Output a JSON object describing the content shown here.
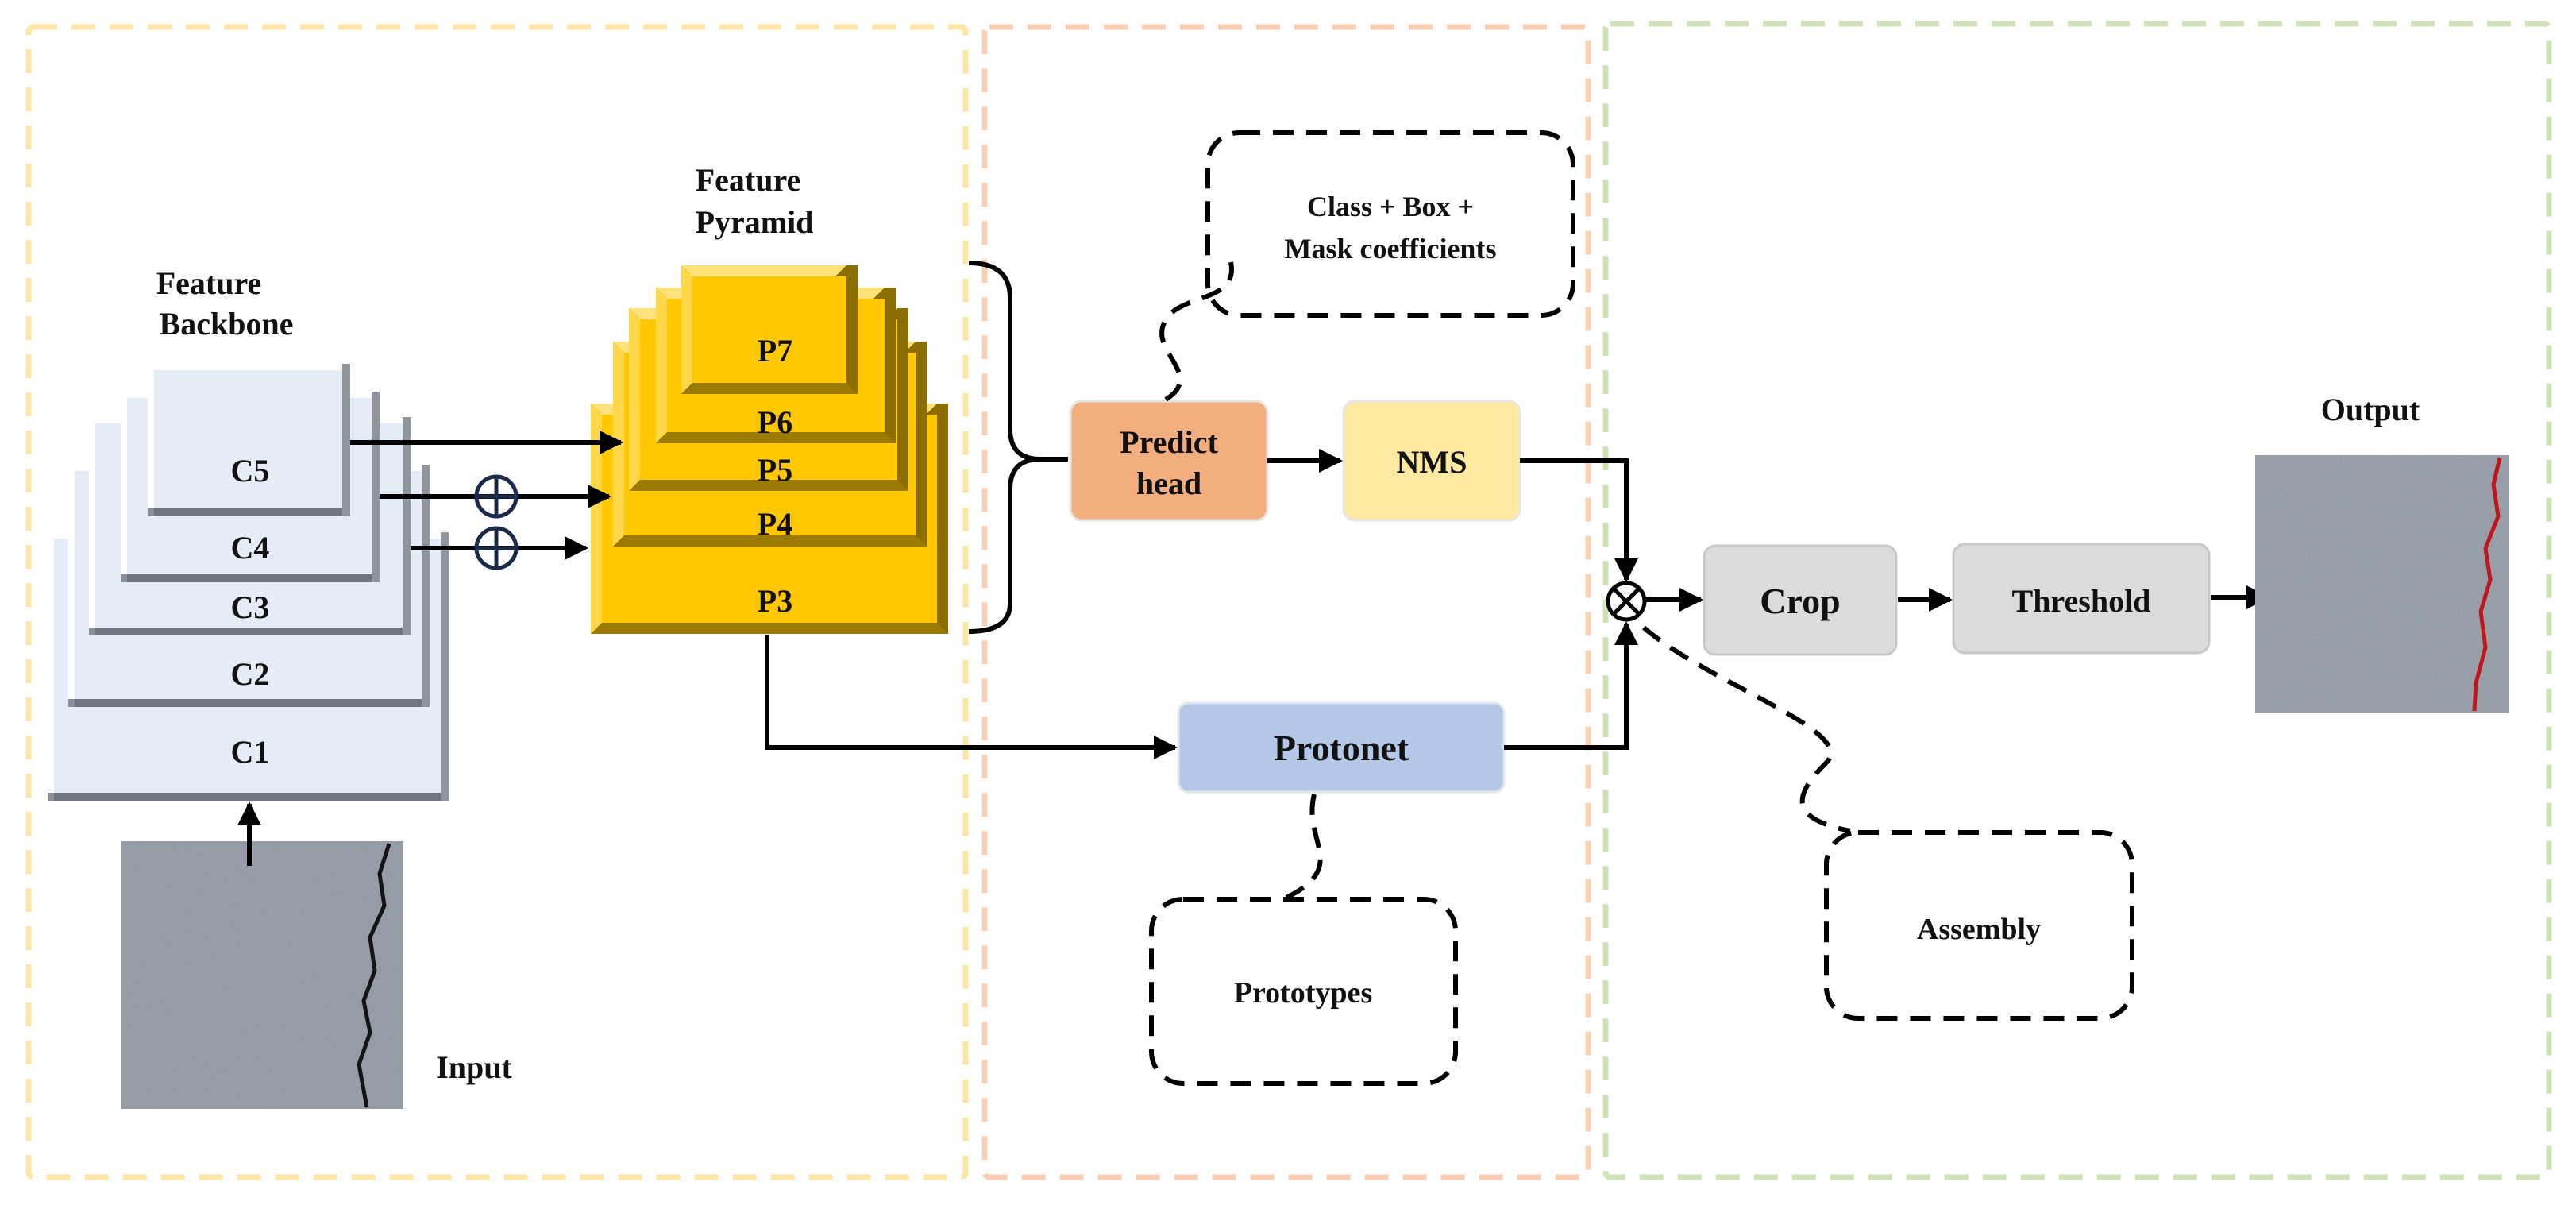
{
  "backbone": {
    "title_line1": "Feature",
    "title_line2": "Backbone",
    "layers": [
      "C1",
      "C2",
      "C3",
      "C4",
      "C5"
    ],
    "input_label": "Input"
  },
  "pyramid": {
    "title_line1": "Feature",
    "title_line2": "Pyramid",
    "levels": [
      "P3",
      "P4",
      "P5",
      "P6",
      "P7"
    ]
  },
  "head": {
    "predict_line1": "Predict",
    "predict_line2": "head",
    "nms": "NMS",
    "protonet": "Protonet",
    "coeff_line1": "Class + Box +",
    "coeff_line2": "Mask coefficients",
    "prototypes": "Prototypes"
  },
  "assembly_stage": {
    "crop": "Crop",
    "threshold": "Threshold",
    "assembly": "Assembly",
    "output_label": "Output"
  },
  "colors": {
    "region_backbone": "#fde7a6",
    "region_head": "#f9cfb3",
    "region_assembly": "#cfe3b9",
    "backbone_face": "#e6ecf6",
    "pyramid_face": "#ffc800",
    "predict_head": "#f3ae80",
    "nms": "#ffe8a0",
    "protonet": "#b5c8e8",
    "crop_threshold": "#dcdcdc",
    "crack_output": "#c0161b"
  }
}
